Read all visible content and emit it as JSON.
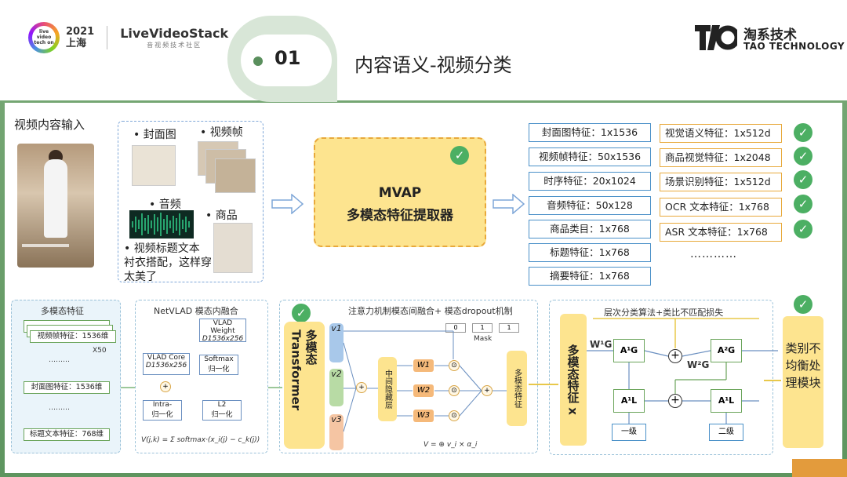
{
  "header": {
    "year": "2021",
    "city": "上海",
    "lvc_badge": "live video tech on",
    "brand": "LiveVideoStack",
    "brand_sub": "音视频技术社区",
    "section_number": "01",
    "title": "内容语义-视频分类",
    "tao_cn": "淘系技术",
    "tao_en": "TAO TECHNOLOGY"
  },
  "input": {
    "label": "视频内容输入",
    "modalities": [
      "• 封面图",
      "• 视频帧",
      "• 音频",
      "• 商品",
      "• 视频标题文本"
    ],
    "title_text_line1": "衬衣搭配，这样穿",
    "title_text_line2": "太美了"
  },
  "extractor": {
    "line1": "MVAP",
    "line2": "多模态特征提取器"
  },
  "features_blue": [
    "封面图特征：1x1536",
    "视频帧特征：50x1536",
    "时序特征：20x1024",
    "音频特征：50x128",
    "商品类目：1x768",
    "标题特征：1x768",
    "摘要特征：1x768"
  ],
  "features_orange": [
    "视觉语义特征：1x512d",
    "商品视觉特征：1x2048",
    "场景识别特征：1x512d",
    "OCR 文本特征：1x768",
    "ASR 文本特征：1x768"
  ],
  "features_more": "…………",
  "bottom": {
    "multi_title": "多模态特征",
    "frame_feat": "视频帧特征：1536维",
    "x50": "X50",
    "dots": "………",
    "cover_feat": "封面图特征：1536维",
    "title_feat": "标题文本特征：768维",
    "netvlad_title": "NetVLAD 模态内融合",
    "vlad_weight": "VLAD Weight",
    "vlad_weight_dim": "D1536x256",
    "vlad_core": "VLAD Core",
    "vlad_core_dim": "D1536x256",
    "softmax": "Softmax",
    "softmax_sub": "归一化",
    "intra": "Intra-",
    "intra_sub": "归一化",
    "l2": "L2",
    "l2_sub": "归一化",
    "vlad_formula": "V(j,k) = Σ softmax·(x_i(j) − c_k(j))",
    "attn_title": "注意力机制模态间融合+ 模态dropout机制",
    "transformer": "多模态 Transformer",
    "v1": "v1",
    "v2": "v2",
    "v3": "v3",
    "hidden": "中间隐藏层",
    "w1": "W1",
    "w2": "W2",
    "w3": "W3",
    "mask_vals": [
      "0",
      "1",
      "1"
    ],
    "mask_label": "Mask",
    "multi_feat": "多模态特征",
    "attn_formula": "V = ⊕ v_i × α_i",
    "hier_title": "层次分类算法+类比不匹配损失",
    "mfx": "多模态特征 x",
    "wg1": "W¹G",
    "ag1": "A¹G",
    "wg2": "W²G",
    "ag2": "A²G",
    "al1a": "A¹L",
    "al1b": "A¹L",
    "level1": "一级",
    "level2": "二级",
    "imbalance": "类别不均衡处理模块"
  },
  "colors": {
    "accent_green": "#4caf63",
    "extractor_yellow": "#fde48f",
    "blue_border": "#4a90c8",
    "orange_border": "#e8a93b"
  }
}
